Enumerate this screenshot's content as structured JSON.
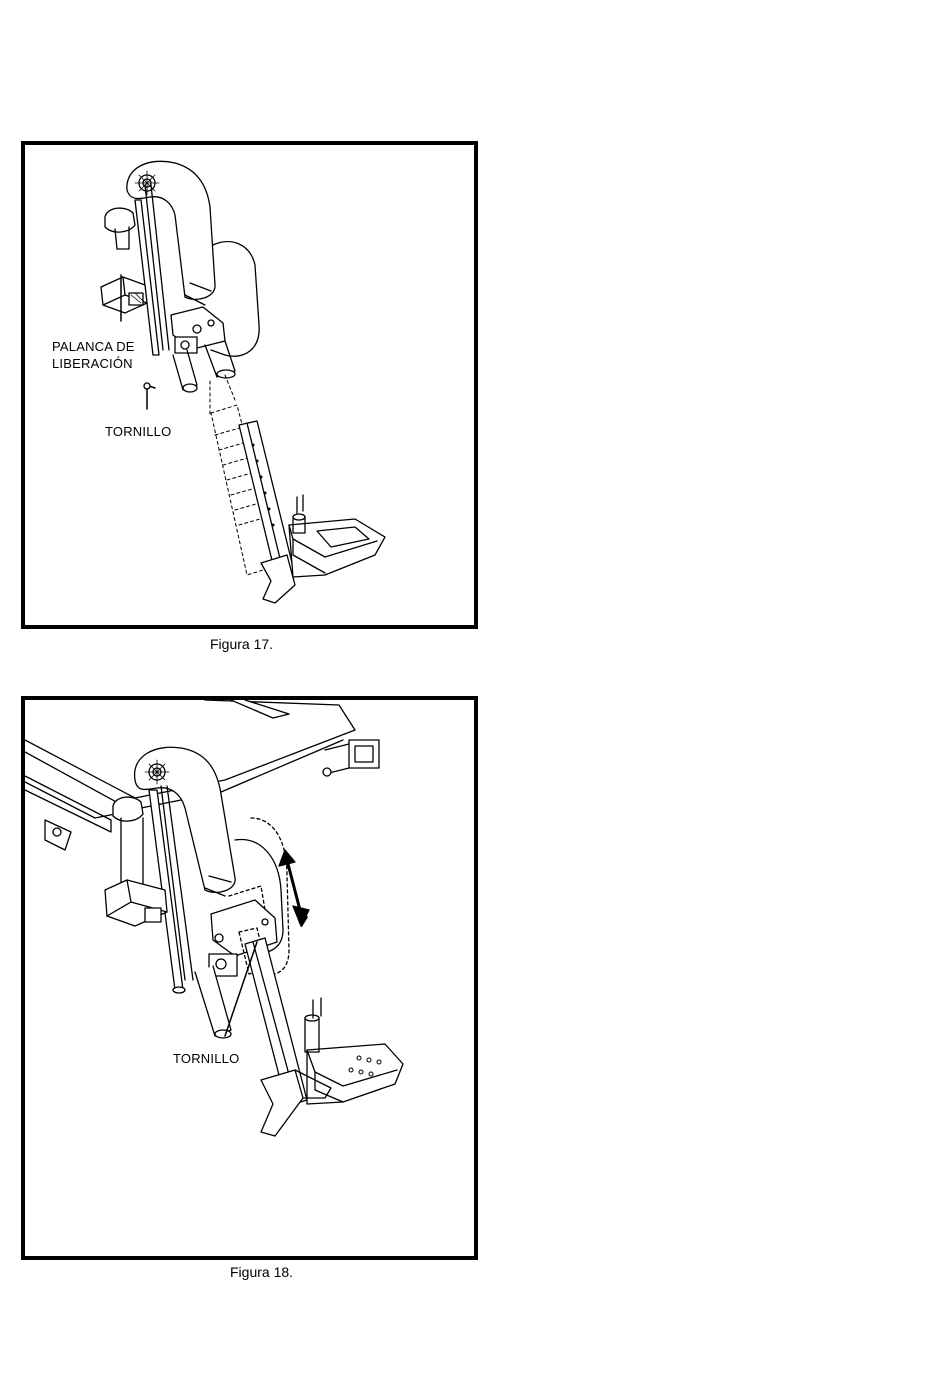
{
  "figures": [
    {
      "caption": "Figura 17.",
      "callouts": {
        "release_lever_line1": "PALANCA DE",
        "release_lever_line2": "LIBERACIÓN",
        "screw": "TORNILLO"
      }
    },
    {
      "caption": "Figura 18.",
      "callouts": {
        "screw": "TORNILLO"
      }
    }
  ]
}
